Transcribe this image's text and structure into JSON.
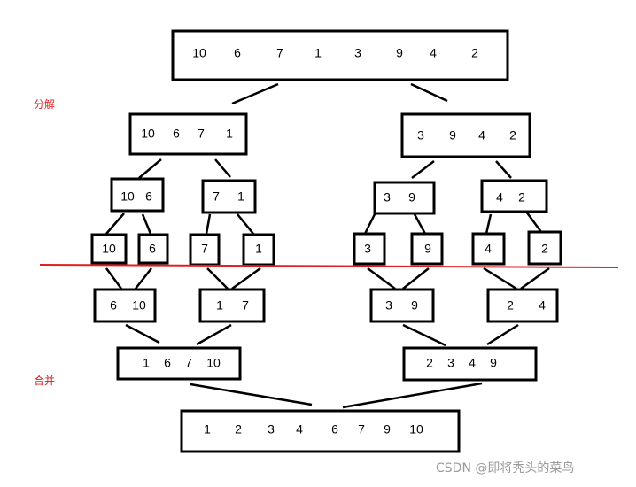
{
  "labels": {
    "split": "分解",
    "merge": "合并"
  },
  "watermark": "CSDN @即将秃头的菜鸟",
  "colors": {
    "box_stroke": "#000000",
    "divider": "#e02020",
    "label": "#e02020",
    "watermark": "#9a9a9a"
  },
  "boxes": {
    "root": [
      "10",
      "6",
      "7",
      "1",
      "3",
      "9",
      "4",
      "2"
    ],
    "left_half": [
      "10",
      "6",
      "7",
      "1"
    ],
    "right_half": [
      "3",
      "9",
      "4",
      "2"
    ],
    "q1": [
      "10",
      "6"
    ],
    "q2": [
      "7",
      "1"
    ],
    "q3": [
      "3",
      "9"
    ],
    "q4": [
      "4",
      "2"
    ],
    "leaf_10": [
      "10"
    ],
    "leaf_6": [
      "6"
    ],
    "leaf_7": [
      "7"
    ],
    "leaf_1": [
      "1"
    ],
    "leaf_3": [
      "3"
    ],
    "leaf_9": [
      "9"
    ],
    "leaf_4": [
      "4"
    ],
    "leaf_2": [
      "2"
    ],
    "m1": [
      "6",
      "10"
    ],
    "m2": [
      "1",
      "7"
    ],
    "m3": [
      "3",
      "9"
    ],
    "m4": [
      "2",
      "4"
    ],
    "merged_left": [
      "1",
      "6",
      "7",
      "10"
    ],
    "merged_right": [
      "2",
      "3",
      "4",
      "9"
    ],
    "result": [
      "1",
      "2",
      "3",
      "4",
      "6",
      "7",
      "9",
      "10"
    ]
  }
}
